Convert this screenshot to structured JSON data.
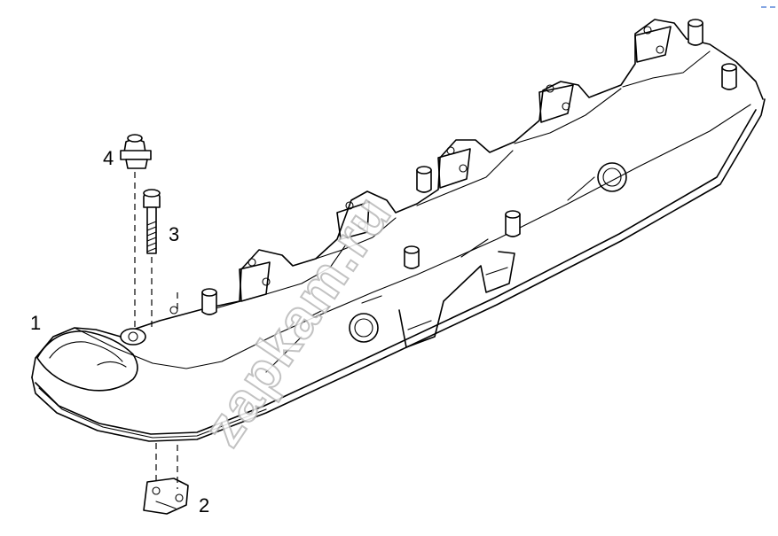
{
  "diagram": {
    "callouts": [
      {
        "id": "1",
        "label": "1"
      },
      {
        "id": "2",
        "label": "2"
      },
      {
        "id": "3",
        "label": "3"
      },
      {
        "id": "4",
        "label": "4"
      }
    ],
    "watermark": "zapkam.ru",
    "colors": {
      "line": "#000000",
      "background": "#ffffff",
      "watermark": "#b8b8b8"
    }
  }
}
